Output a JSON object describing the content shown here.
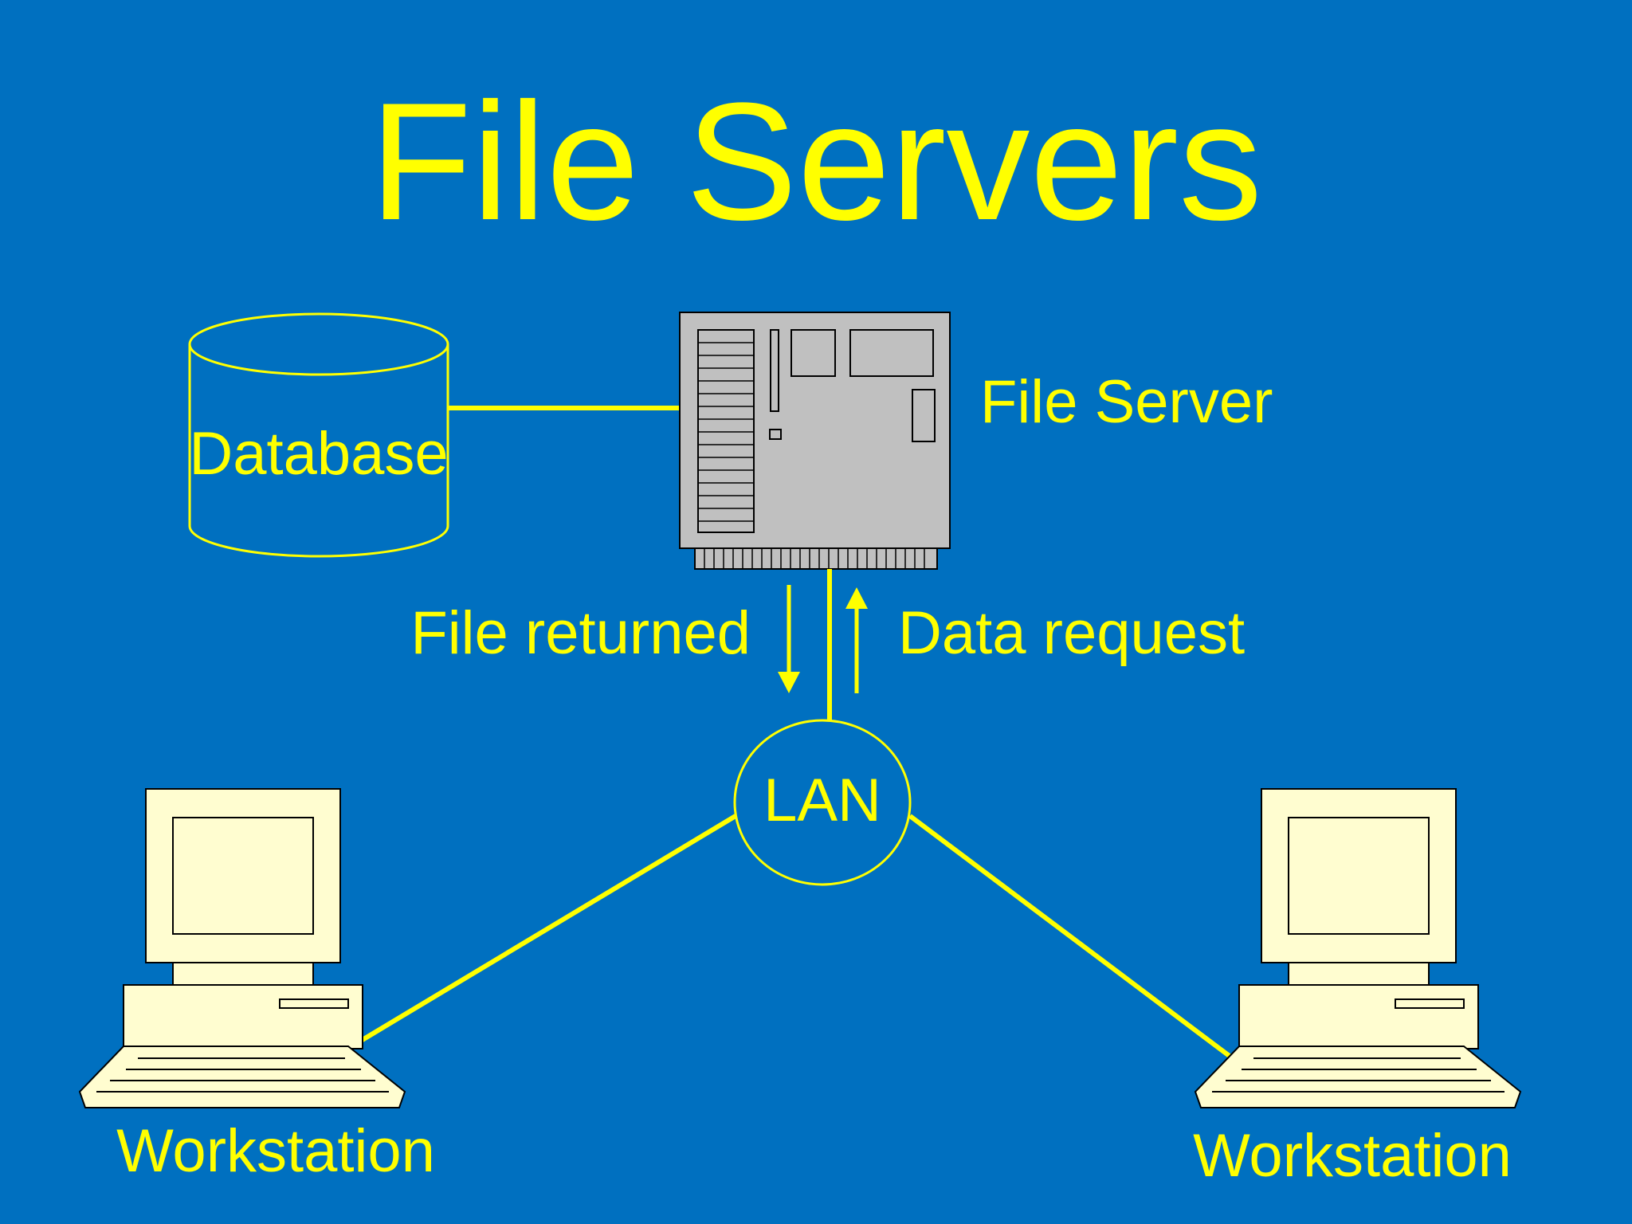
{
  "slide": {
    "title": "File Servers",
    "background_color": "#0070c0",
    "accent_color": "#ffff00",
    "device_fill": "#fffdd0",
    "server_fill": "#c0c0c0"
  },
  "nodes": {
    "database": {
      "label": "Database",
      "icon": "database-cylinder-icon"
    },
    "file_server": {
      "label": "File Server",
      "icon": "server-icon"
    },
    "lan": {
      "label": "LAN",
      "icon": "network-ellipse"
    },
    "workstation_left": {
      "label": "Workstation",
      "icon": "desktop-computer-icon"
    },
    "workstation_right": {
      "label": "Workstation",
      "icon": "desktop-computer-icon"
    }
  },
  "flows": {
    "file_returned": {
      "label": "File returned",
      "direction": "down"
    },
    "data_request": {
      "label": "Data request",
      "direction": "up"
    }
  }
}
